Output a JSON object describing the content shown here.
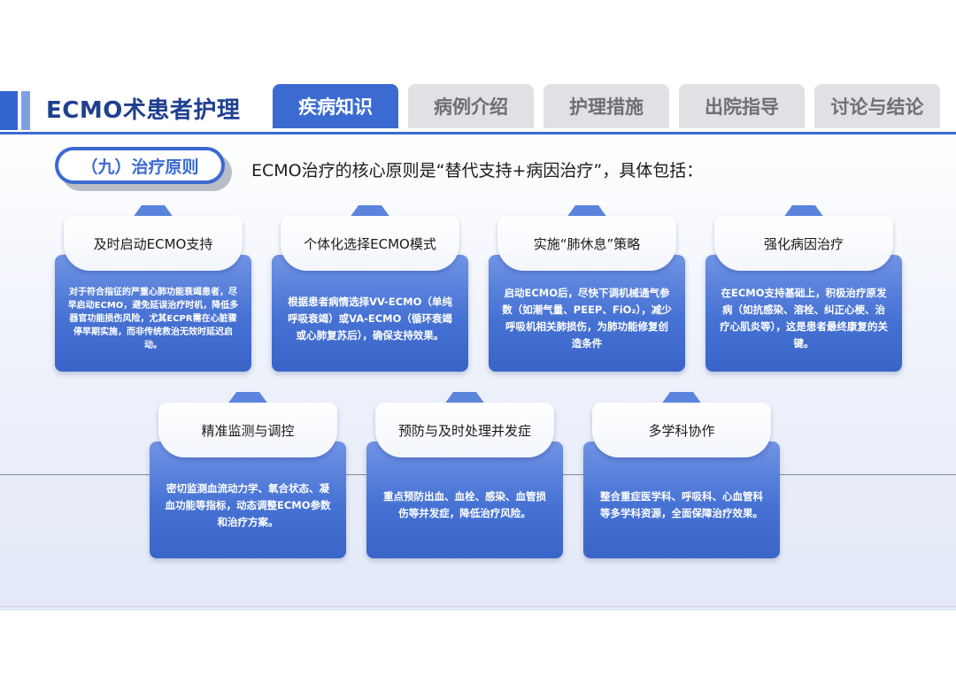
{
  "header": {
    "title": "ECMO术患者护理",
    "tabs": [
      {
        "label": "疾病知识",
        "active": true
      },
      {
        "label": "病例介绍",
        "active": false
      },
      {
        "label": "护理措施",
        "active": false
      },
      {
        "label": "出院指导",
        "active": false
      },
      {
        "label": "讨论与结论",
        "active": false
      }
    ]
  },
  "section": {
    "label": "（九）治疗原则",
    "intro": "ECMO治疗的核心原则是“替代支持+病因治疗”，具体包括："
  },
  "cards": [
    {
      "title": "及时启动ECMO支持",
      "text": "对于符合指征的严重心肺功能衰竭患者，尽早启动ECMO，避免延误治疗时机，降低多器官功能损伤风险，尤其ECPR需在心脏骤停早期实施，而非传统救治无效时延迟启动。"
    },
    {
      "title": "个体化选择ECMO模式",
      "text": "根据患者病情选择VV-ECMO（单纯呼吸衰竭）或VA-ECMO（循环衰竭或心肺复苏后），确保支持效果。"
    },
    {
      "title": "实施“肺休息”策略",
      "text": "启动ECMO后，尽快下调机械通气参数（如潮气量、PEEP、FiO₂），减少呼吸机相关肺损伤，为肺功能修复创造条件"
    },
    {
      "title": "强化病因治疗",
      "text": "在ECMO支持基础上，积极治疗原发病（如抗感染、溶栓、纠正心梗、治疗心肌炎等），这是患者最终康复的关键。"
    },
    {
      "title": "精准监测与调控",
      "text": "密切监测血流动力学、氧合状态、凝血功能等指标，动态调整ECMO参数和治疗方案。"
    },
    {
      "title": "预防与及时处理并发症",
      "text": "重点预防出血、血栓、感染、血管损伤等并发症，降低治疗风险。"
    },
    {
      "title": "多学科协作",
      "text": "整合重症医学科、呼吸科、心血管科等多学科资源，全面保障治疗效果。"
    }
  ],
  "colors": {
    "primary": "#3b6ad1",
    "title": "#1f3f8f",
    "inactive_tab": "#e0e1e4"
  }
}
